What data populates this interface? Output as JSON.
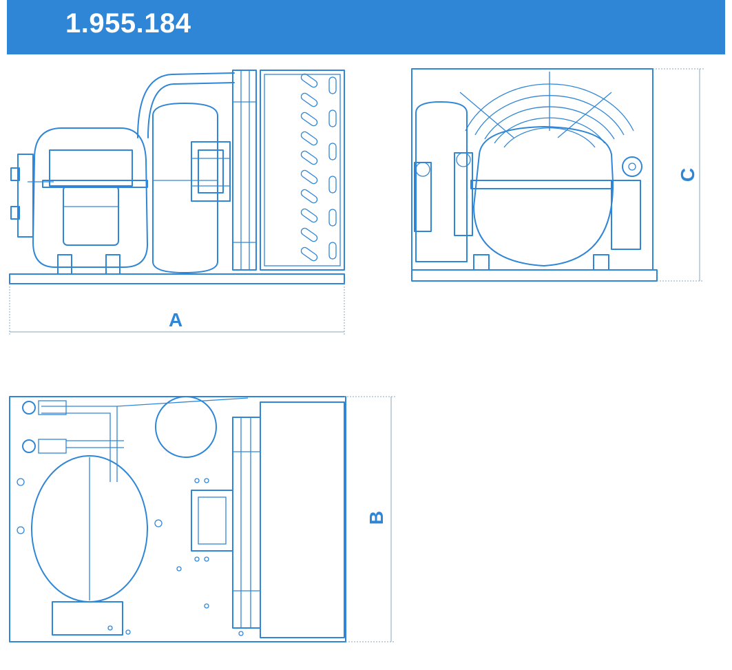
{
  "header": {
    "title": "1.955.184"
  },
  "dimensions": {
    "a": "A",
    "b": "B",
    "c": "C"
  },
  "colors": {
    "header_bg": "#2f86d6",
    "line": "#2f86d6",
    "dimension_line": "#8aa4bd"
  }
}
